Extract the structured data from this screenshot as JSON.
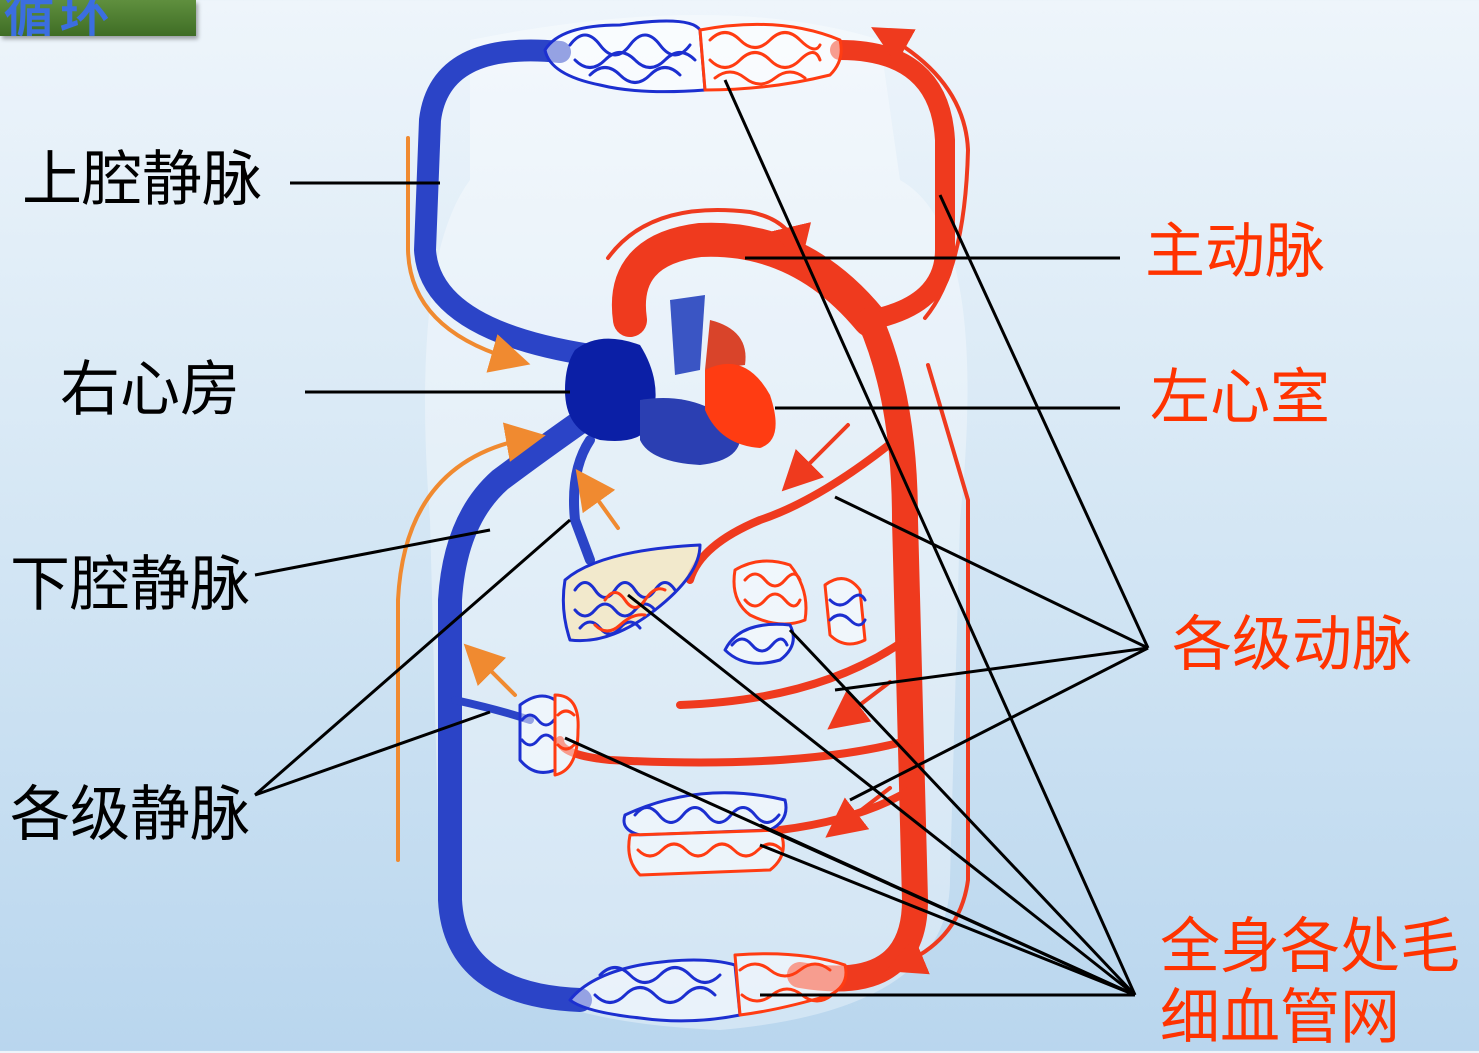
{
  "slide": {
    "title_fragment": "循环",
    "colors": {
      "vein": "#2b44c7",
      "artery": "#ef3a1e",
      "flow_arrow": "#f08a30",
      "label_red": "#ff3300",
      "pointer": "#000000"
    }
  },
  "labels": {
    "superior_vena_cava": "上腔静脉",
    "right_atrium": "右心房",
    "inferior_vena_cava": "下腔静脉",
    "veins_all_levels": "各级静脉",
    "aorta": "主动脉",
    "left_ventricle": "左心室",
    "arteries_all_levels": "各级动脉",
    "capillary_line1": "全身各处毛",
    "capillary_line2": "细血管网"
  }
}
